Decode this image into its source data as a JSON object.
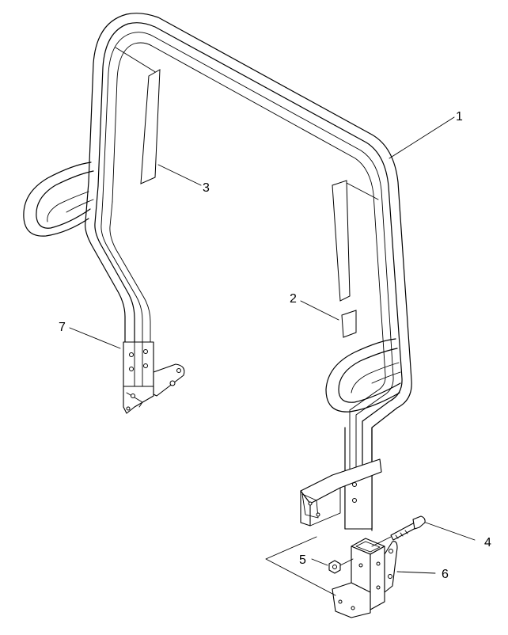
{
  "diagram": {
    "callouts": [
      {
        "id": "1",
        "label": "1",
        "part": "roll-bar-frame"
      },
      {
        "id": "2",
        "label": "2",
        "part": "decal-small"
      },
      {
        "id": "3",
        "label": "3",
        "part": "decal-long"
      },
      {
        "id": "4",
        "label": "4",
        "part": "bolt"
      },
      {
        "id": "5",
        "label": "5",
        "part": "nut"
      },
      {
        "id": "6",
        "label": "6",
        "part": "right-mount-bracket"
      },
      {
        "id": "7",
        "label": "7",
        "part": "left-mount-bracket"
      }
    ]
  }
}
